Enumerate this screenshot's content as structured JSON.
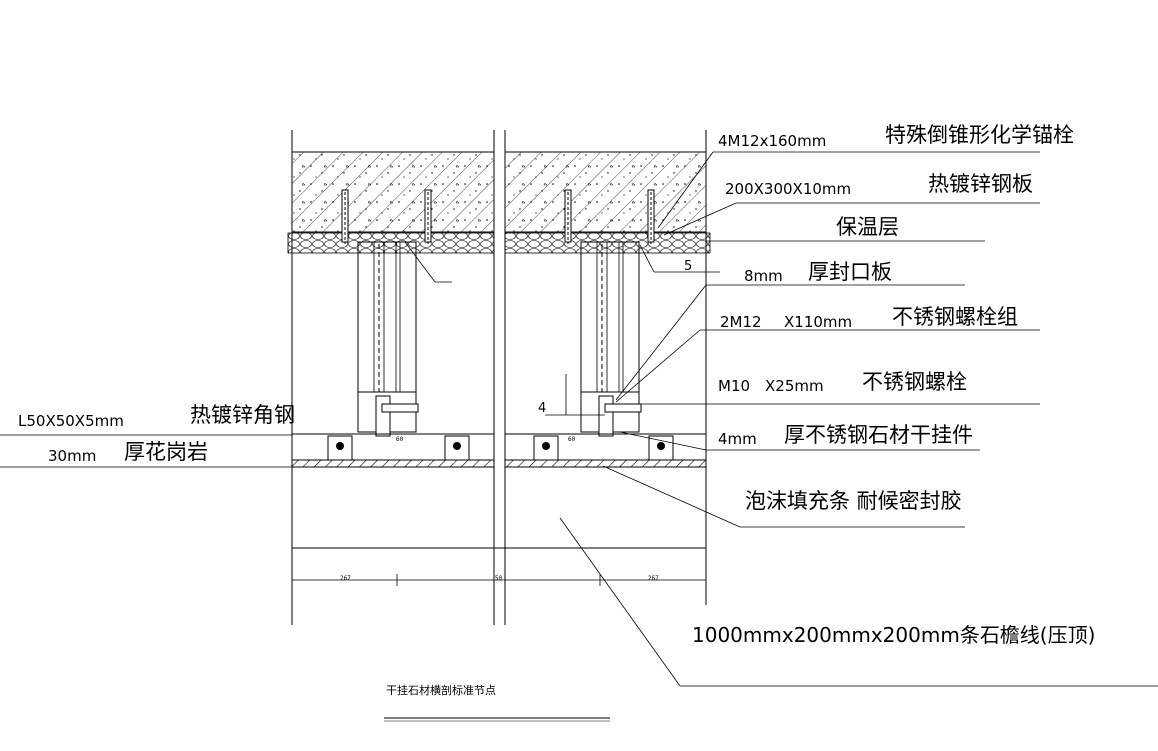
{
  "diagram": {
    "title": "干挂石材横剖标准节点",
    "labels": {
      "anchor_spec": "4M12x160mm",
      "anchor_name": "特殊倒锥形化学锚栓",
      "plate_spec": "200X300X10mm",
      "plate_name": "热镀锌钢板",
      "insulation": "保温层",
      "seal_spec": "8mm",
      "seal_name": "厚封口板",
      "bolt_group_spec": "2M12",
      "bolt_group_len": "X110mm",
      "bolt_group_name": "不锈钢螺栓组",
      "bolt_spec": "M10",
      "bolt_len": "X25mm",
      "bolt_name": "不锈钢螺栓",
      "angle_spec": "L50X50X5mm",
      "angle_name": "热镀锌角钢",
      "granite_spec": "30mm",
      "granite_name": "厚花岗岩",
      "hanger_spec": "4mm",
      "hanger_name": "厚不锈钢石材干挂件",
      "foam_name": "泡沫填充条 耐候密封胶",
      "cornice": "1000mmx200mmx200mm条石檐线(压顶)"
    },
    "callouts": {
      "num_4": "4",
      "num_5": "5"
    },
    "dims": {
      "left": "267",
      "mid": "50",
      "right": "267",
      "gap_left": "60",
      "gap_right": "60"
    }
  }
}
